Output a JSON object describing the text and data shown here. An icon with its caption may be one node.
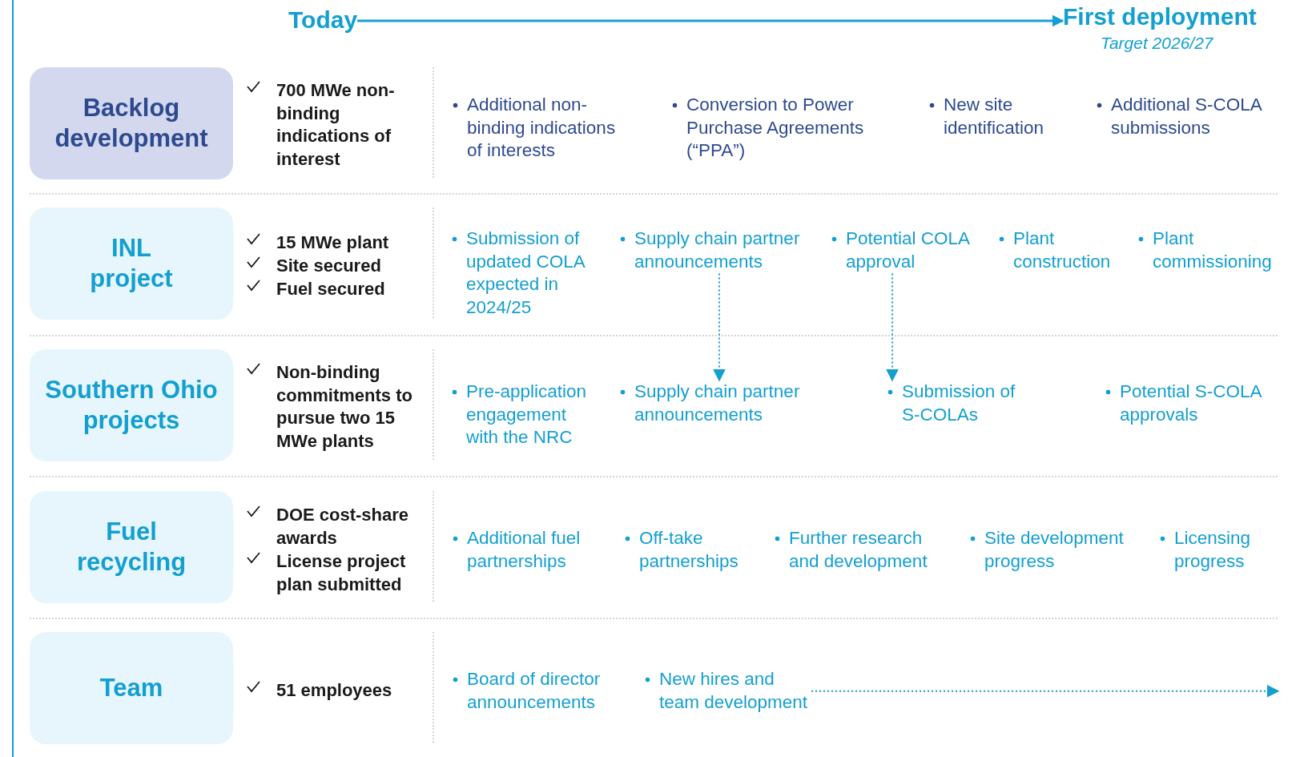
{
  "diagram": {
    "nodes": [
      {
        "text": [
          "Today"
        ]
      },
      {
        "text": [
          "First deployment"
        ],
        "beside": [
          "Target 2026/27"
        ]
      },
      {
        "text": [
          "Backlog development"
        ]
      },
      {
        "text": [
          "Additional non-binding indications of interests"
        ]
      },
      {
        "text": [
          "Conversion to Power Purchase Agreements (“PPA”)"
        ]
      },
      {
        "text": [
          "New site identification"
        ]
      },
      {
        "text": [
          "Additional S-COLA submissions"
        ]
      },
      {
        "text": [
          "INL project"
        ]
      },
      {
        "text": [
          "Submission of updated COLA expected in 2024/25"
        ]
      },
      {
        "text": [
          "Supply chain partner announcements"
        ]
      },
      {
        "text": [
          "Potential COLA approval"
        ]
      },
      {
        "text": [
          "Plant construction"
        ]
      },
      {
        "text": [
          "Plant commissioning"
        ]
      },
      {
        "text": [
          "Southern Ohio projects"
        ]
      },
      {
        "text": [
          "Pre-application engagement with the NRC"
        ]
      },
      {
        "text": [
          "Supply chain partner announcements"
        ]
      },
      {
        "text": [
          "Submission of S-COLAs"
        ]
      },
      {
        "text": [
          "Potential S-COLA approvals"
        ]
      },
      {
        "text": [
          "Fuel recycling"
        ]
      },
      {
        "text": [
          "Additional fuel partnerships"
        ]
      },
      {
        "text": [
          "Off-take partnerships"
        ]
      },
      {
        "text": [
          "Further research and development"
        ]
      },
      {
        "text": [
          "Site development progress"
        ]
      },
      {
        "text": [
          "Licensing progress"
        ]
      },
      {
        "text": [
          "Team"
        ]
      },
      {
        "text": [
          "Board of director announcements"
        ]
      },
      {
        "text": [
          "New hires and team development"
        ]
      }
    ],
    "edges": [
      {
        "from": 0,
        "to": 1,
        "arrow": "to"
      },
      {
        "from": 9,
        "to": 15,
        "arrow": "to",
        "style": "dashed"
      },
      {
        "from": 10,
        "to": 16,
        "arrow": "to",
        "style": "dashed"
      },
      {
        "from": 26,
        "to": null,
        "arrow": "to",
        "style": "dashed"
      }
    ],
    "labels": [
      "700 MWe non-binding indications of interest",
      "15 MWe plant",
      "Site secured",
      "Fuel secured",
      "Non-binding commitments to pursue two 15 MWe plants",
      "DOE cost-share awards",
      "License project plan submitted",
      "51 employees"
    ]
  }
}
